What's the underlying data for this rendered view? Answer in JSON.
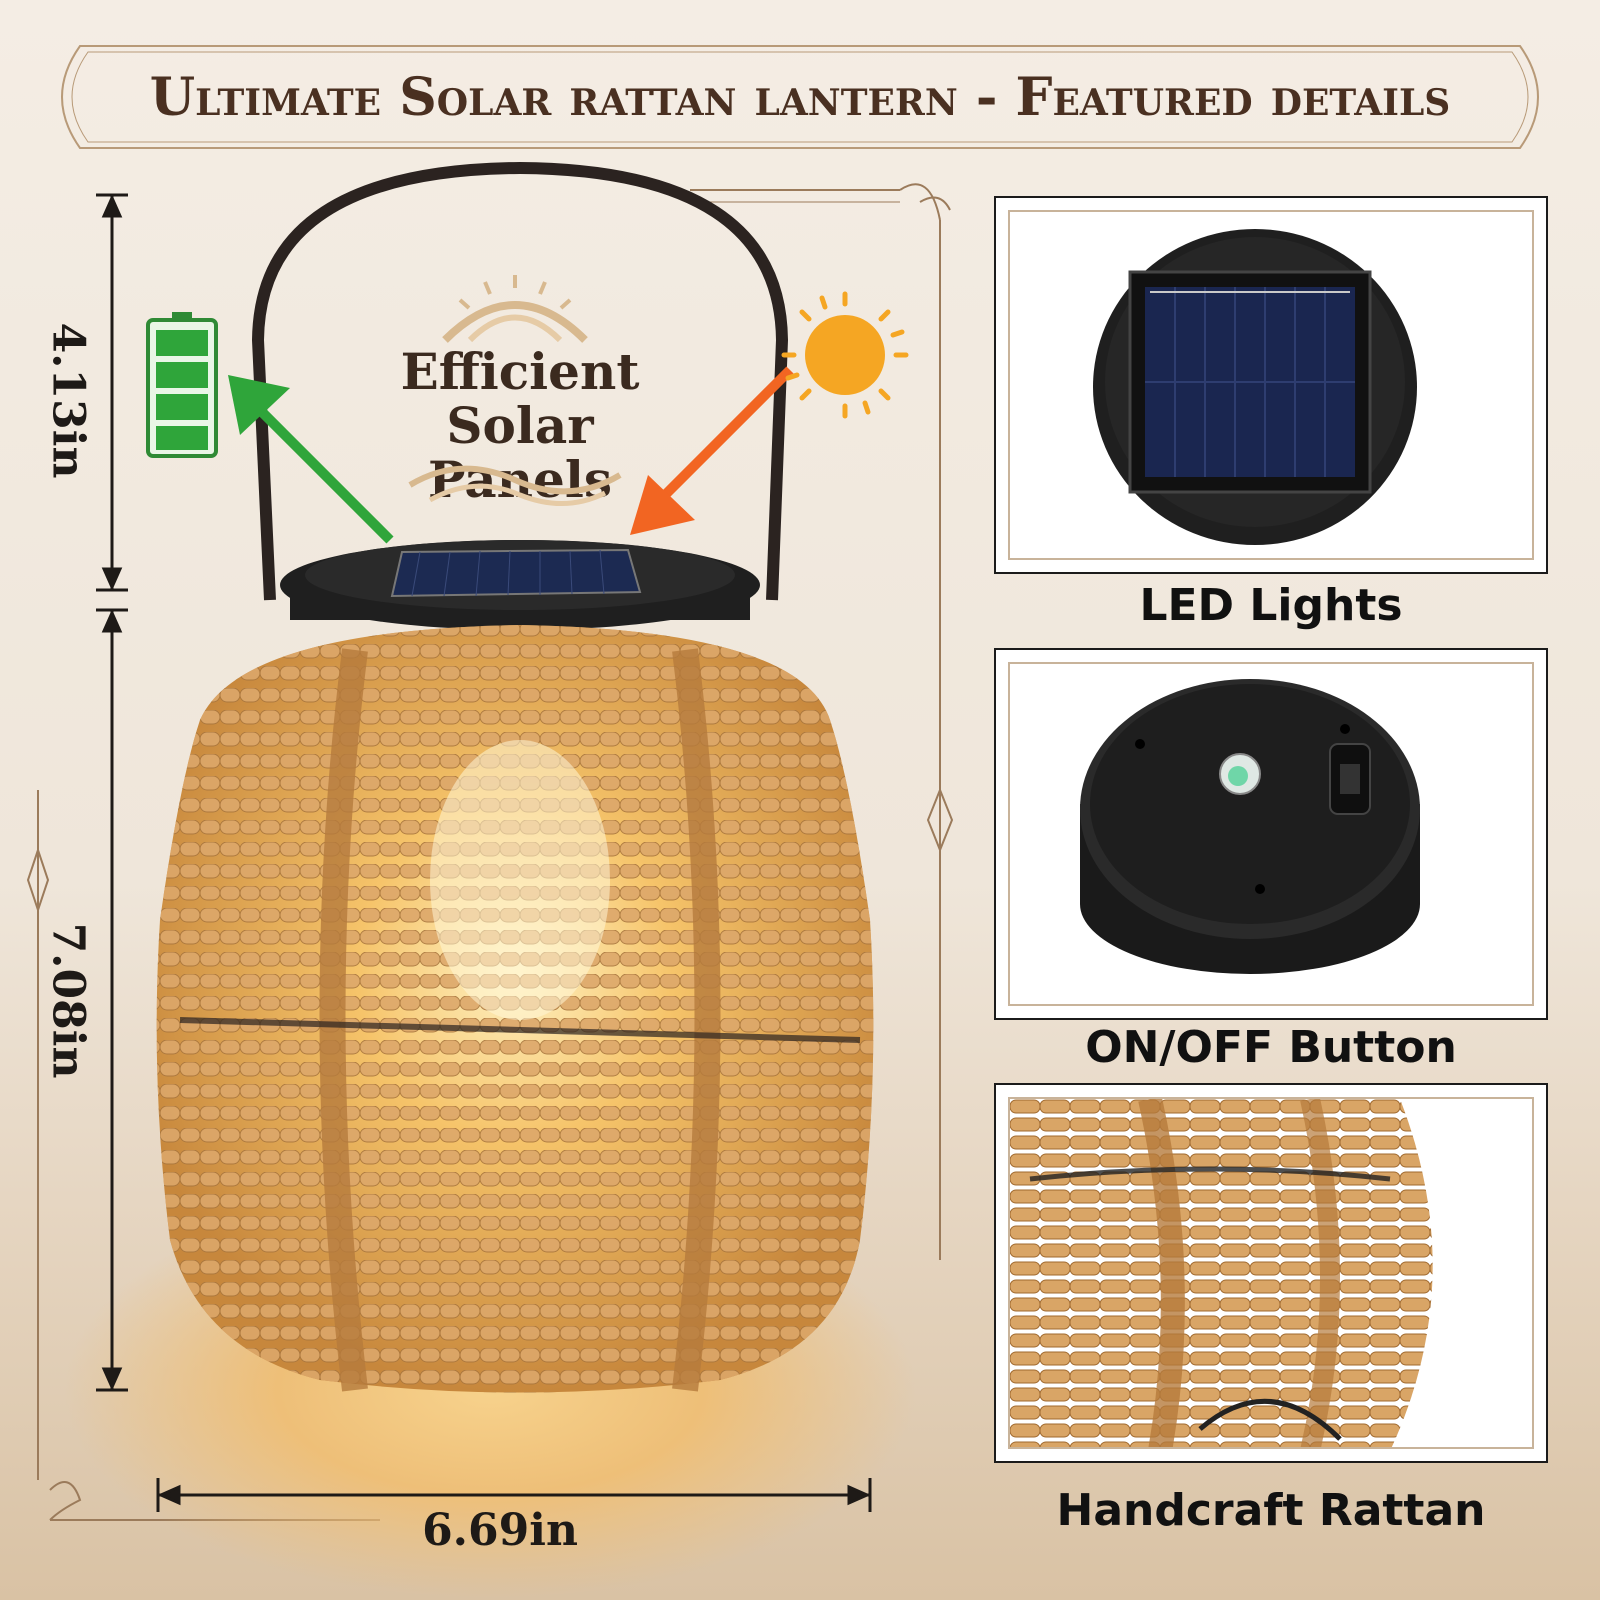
{
  "title": "Ultimate Solar rattan lantern - Featured details",
  "dimensions": {
    "top_height": "4.13in",
    "body_height": "7.08in",
    "width": "6.69in"
  },
  "feature_label": {
    "line1": "Efficient",
    "line2": "Solar Panels"
  },
  "panels": [
    {
      "caption": "LED Lights"
    },
    {
      "caption": "ON/OFF Button"
    },
    {
      "caption": "Handcraft Rattan"
    }
  ],
  "icons": {
    "battery": "battery-full-icon",
    "sun": "sun-icon"
  },
  "colors": {
    "title": "#4a3021",
    "rattan": "#d9a566",
    "battery": "#2fa53a",
    "arrow_green": "#2fa53a",
    "arrow_orange": "#f26522",
    "sun": "#f5a623"
  }
}
